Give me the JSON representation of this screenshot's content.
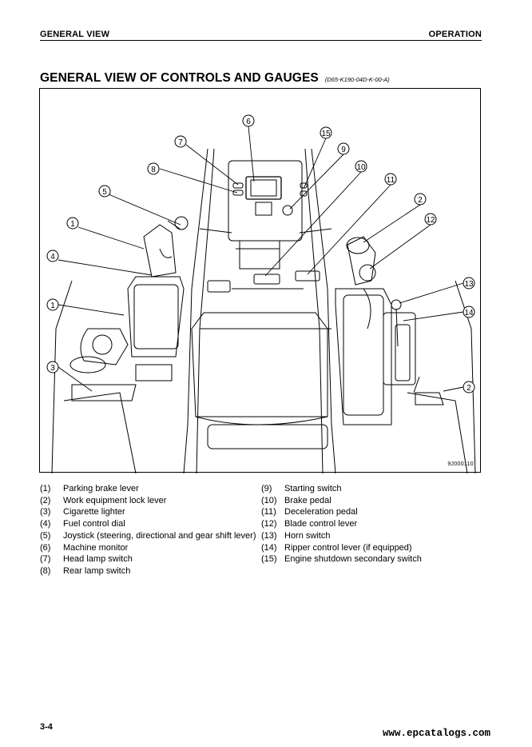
{
  "header": {
    "left": "GENERAL VIEW",
    "right": "OPERATION"
  },
  "title": {
    "text": "GENERAL VIEW OF CONTROLS AND GAUGES",
    "code": "(D65-K190-04D-K-00-A)"
  },
  "figure": {
    "code": "9J000110",
    "callouts": [
      "1",
      "2",
      "3",
      "4",
      "5",
      "6",
      "7",
      "8",
      "9",
      "10",
      "11",
      "12",
      "13",
      "14",
      "15"
    ]
  },
  "legend": {
    "col1": [
      {
        "num": "(1)",
        "text": "Parking brake lever"
      },
      {
        "num": "(2)",
        "text": "Work equipment lock lever"
      },
      {
        "num": "(3)",
        "text": "Cigarette lighter"
      },
      {
        "num": "(4)",
        "text": "Fuel control dial"
      },
      {
        "num": "(5)",
        "text": "Joystick (steering, directional and gear shift lever)"
      },
      {
        "num": "(6)",
        "text": "Machine monitor"
      },
      {
        "num": "(7)",
        "text": "Head lamp switch"
      },
      {
        "num": "(8)",
        "text": "Rear lamp switch"
      }
    ],
    "col2": [
      {
        "num": "(9)",
        "text": "Starting switch"
      },
      {
        "num": "(10)",
        "text": "Brake pedal"
      },
      {
        "num": "(11)",
        "text": "Deceleration pedal"
      },
      {
        "num": "(12)",
        "text": "Blade control lever"
      },
      {
        "num": "(13)",
        "text": "Horn switch"
      },
      {
        "num": "(14)",
        "text": "Ripper control lever (if equipped)"
      },
      {
        "num": "(15)",
        "text": "Engine shutdown secondary switch"
      }
    ]
  },
  "footer": {
    "page": "3-4",
    "watermark": "www.epcatalogs.com"
  }
}
